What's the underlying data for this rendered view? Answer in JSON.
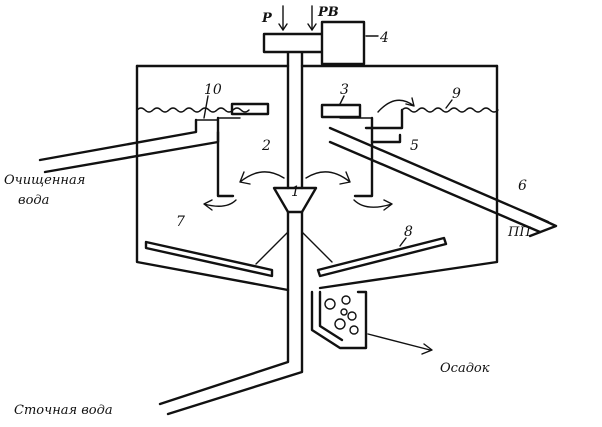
{
  "labels": {
    "pressure": "P",
    "pressure_regulator": "PB",
    "treated_water_line1": "Очищенная",
    "treated_water_line2": "вода",
    "sludge": "Осадок",
    "wastewater": "Сточная вода",
    "flotation_product": "ПП"
  },
  "numbers": {
    "n1": "1",
    "n2": "2",
    "n3": "3",
    "n4": "4",
    "n5": "5",
    "n6": "6",
    "n7": "7",
    "n8": "8",
    "n9": "9",
    "n10": "10"
  }
}
